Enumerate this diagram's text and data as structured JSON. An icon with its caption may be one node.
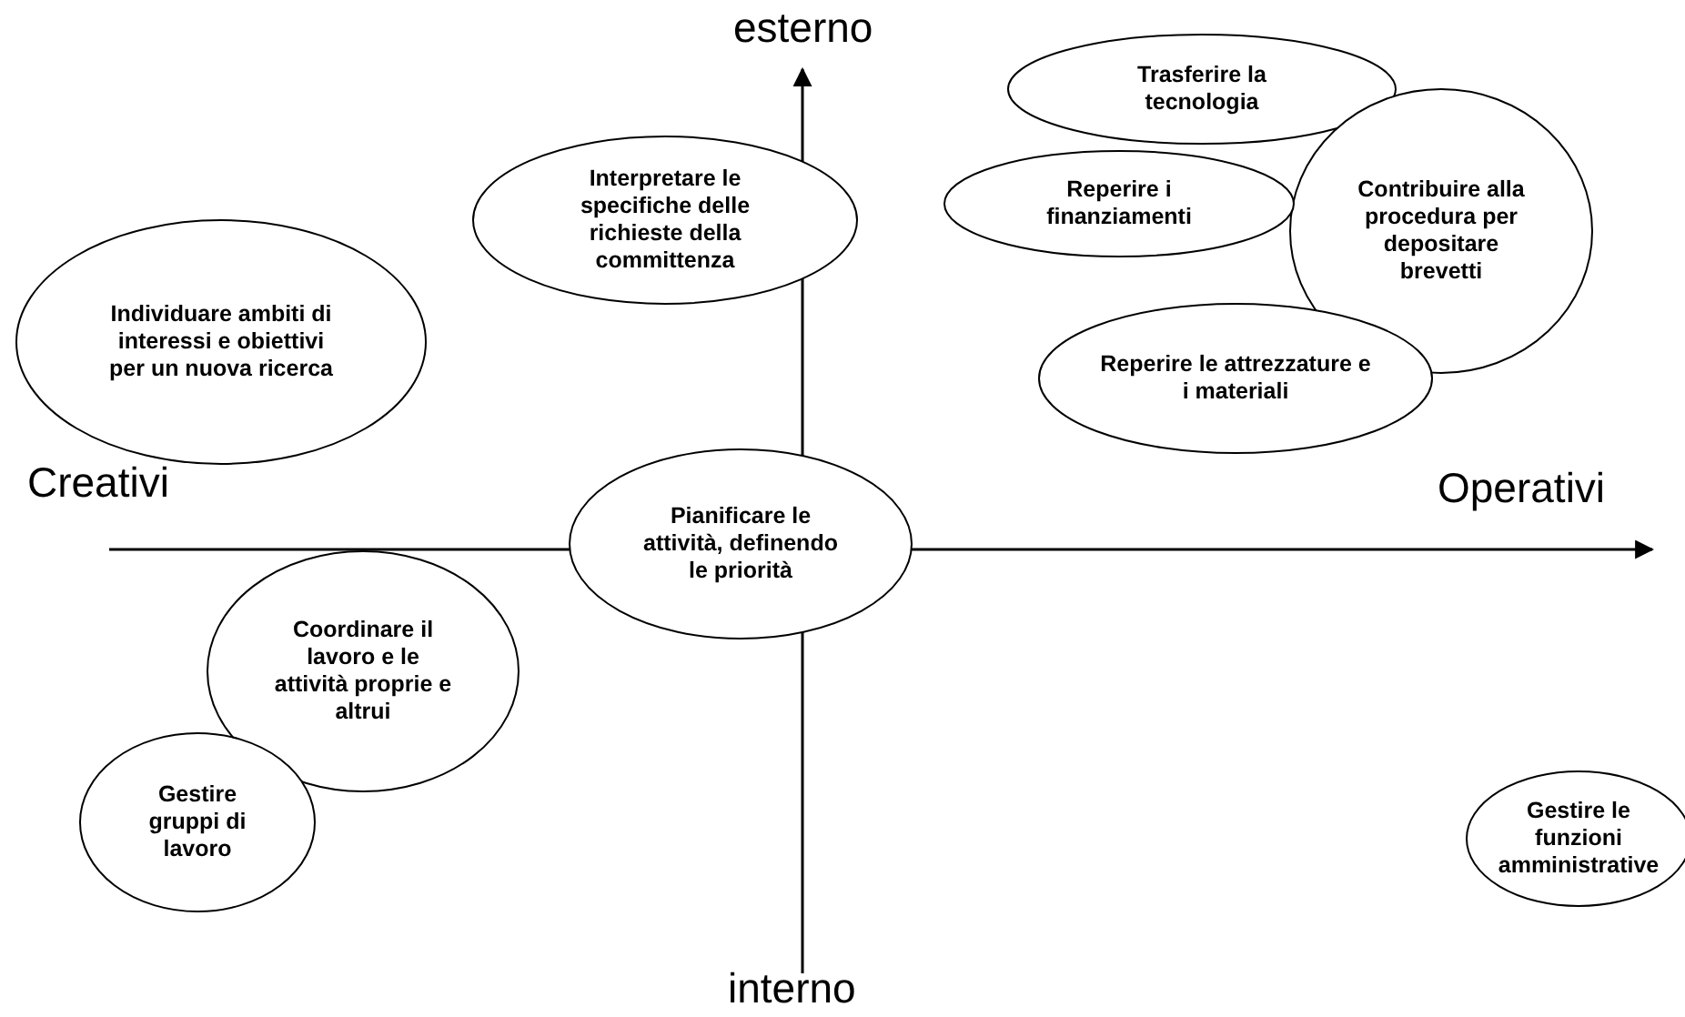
{
  "diagram": {
    "nodes": [
      {
        "text": [
          "Trasferire la tecnologia"
        ]
      },
      {
        "text": [
          "Contribuire alla procedura per depositare brevetti"
        ]
      },
      {
        "text": [
          "Interpretare le specifiche delle richieste della committenza"
        ]
      },
      {
        "text": [
          "Reperire i finanziamenti"
        ]
      },
      {
        "text": [
          "Individuare ambiti di interessi e obiettivi per un nuova ricerca"
        ]
      },
      {
        "text": [
          "Reperire le attrezzature e i materiali"
        ]
      },
      {
        "text": [
          "Pianificare le attività, definendo le priorità"
        ]
      },
      {
        "text": [
          "Coordinare il lavoro e le attività proprie e altrui"
        ]
      },
      {
        "text": [
          "Gestire gruppi di lavoro"
        ]
      },
      {
        "text": [
          "Gestire le funzioni amministrative"
        ]
      }
    ],
    "labels": [
      "esterno",
      "Creativi",
      "Operativi",
      "interno"
    ]
  }
}
